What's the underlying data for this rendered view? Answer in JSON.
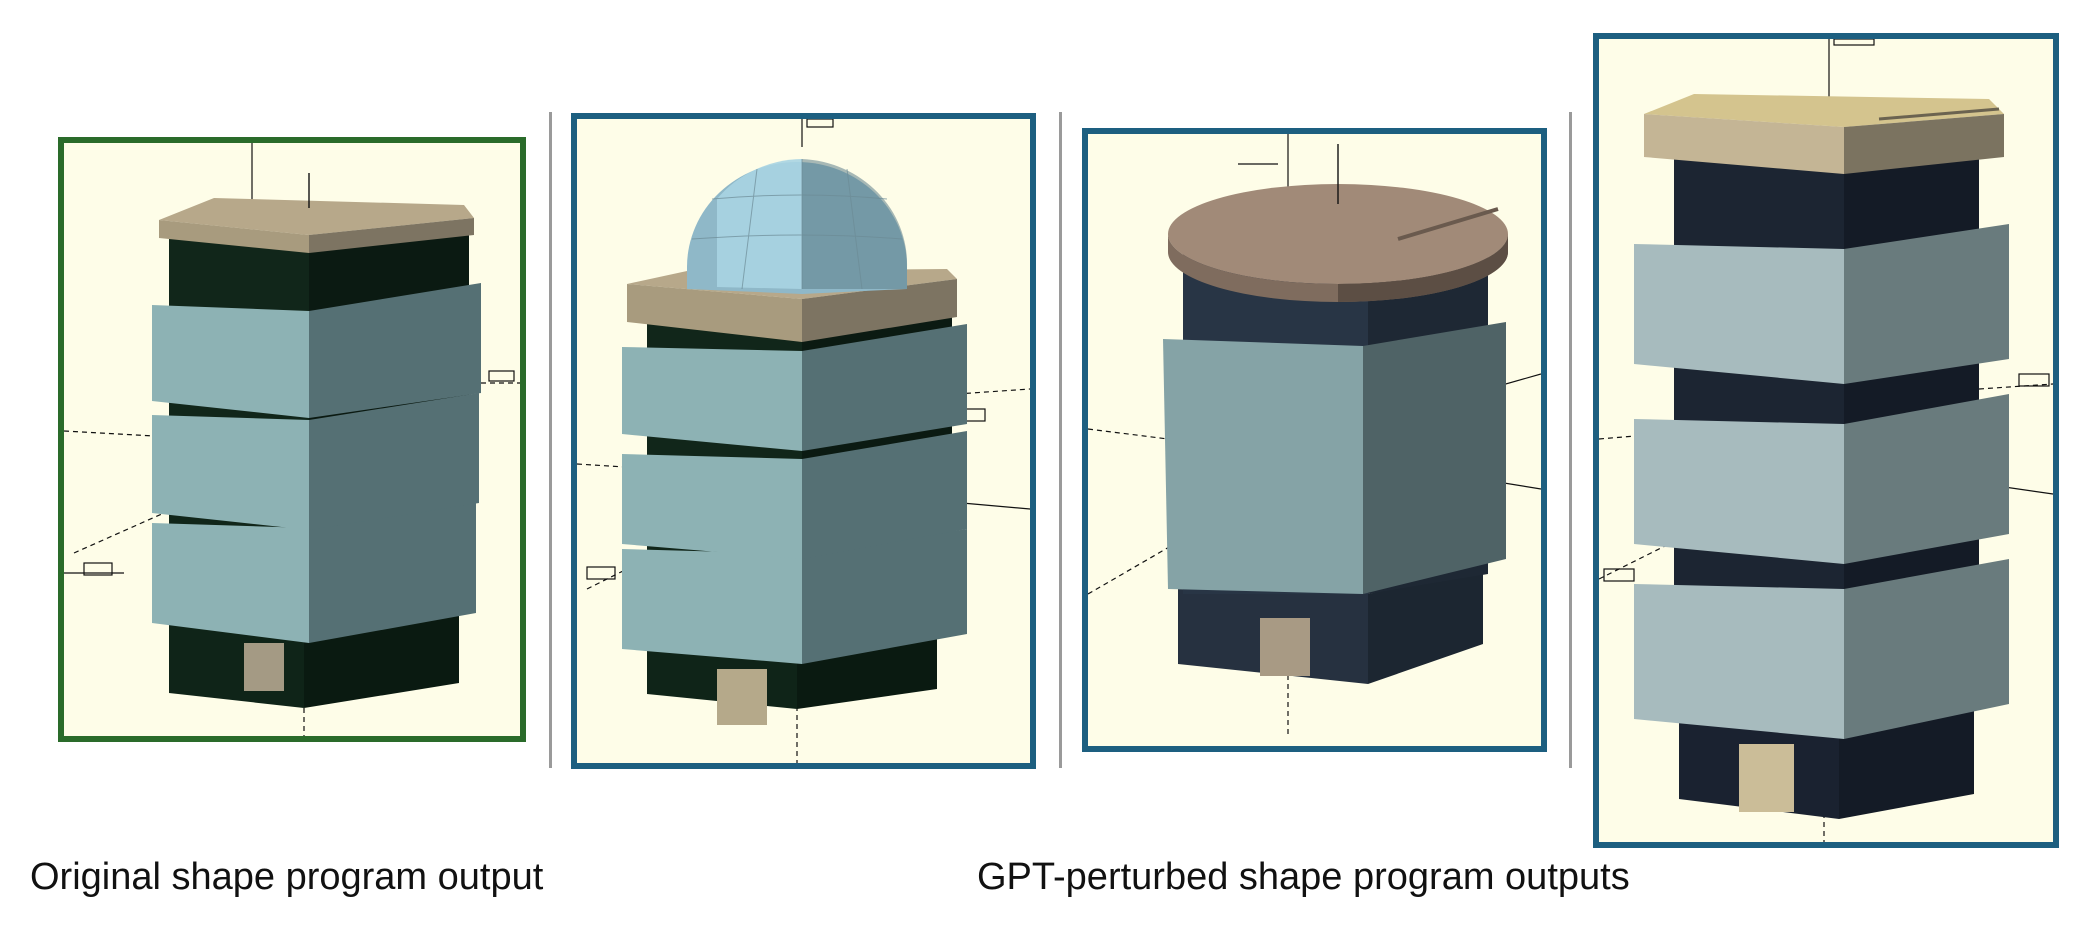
{
  "captions": {
    "original": "Original shape program output",
    "perturbed": "GPT-perturbed shape program outputs"
  },
  "colors": {
    "original_frame": "#2a6b2a",
    "perturbed_frame": "#1d5f80",
    "viewport_background": "#fefde8",
    "divider": "#9a9a9a"
  },
  "panels": [
    {
      "id": "original",
      "roof": "flat slab",
      "floor_slabs": 3,
      "dome": false
    },
    {
      "id": "variant-1",
      "roof": "dome",
      "floor_slabs": 3,
      "dome": true
    },
    {
      "id": "variant-2",
      "roof": "round slab",
      "floor_slabs": 1,
      "dome": false
    },
    {
      "id": "variant-3",
      "roof": "flat slab",
      "floor_slabs": 3,
      "dome": false
    }
  ]
}
